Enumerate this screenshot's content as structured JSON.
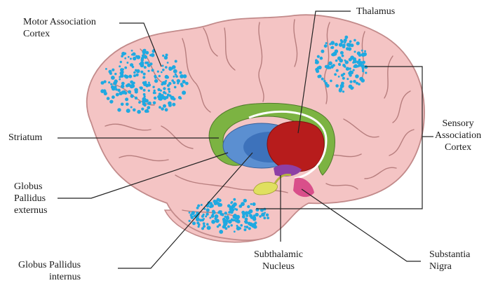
{
  "labels": {
    "motor_association_cortex": [
      "Motor Association",
      "Cortex"
    ],
    "thalamus": [
      "Thalamus"
    ],
    "sensory_association_cortex": [
      "Sensory",
      "Association",
      "Cortex"
    ],
    "striatum": [
      "Striatum"
    ],
    "globus_pallidus_externus": [
      "Globus",
      "Pallidus",
      "externus"
    ],
    "globus_pallidus_internus": [
      "Globus Pallidus",
      "internus"
    ],
    "subthalamic_nucleus": [
      "Subthalamic",
      "Nucleus"
    ],
    "substantia_nigra": [
      "Substantia",
      "Nigra"
    ]
  },
  "colors": {
    "brain": "#f4c4c4",
    "brain_outline": "#c28a8a",
    "sulcus": "#b77e7e",
    "dots": "#1fa9e1",
    "striatum": "#7cb342",
    "globus_pallidus_externus": "#5b8fd1",
    "globus_pallidus_internus": "#3a6fb8",
    "thalamus": "#b71c1c",
    "substantia_nigra": "#d94f8a",
    "subthalamic_nucleus": "#8e3fa5",
    "nucleus_yellow": "#e0e060",
    "leader_line": "#222222"
  }
}
